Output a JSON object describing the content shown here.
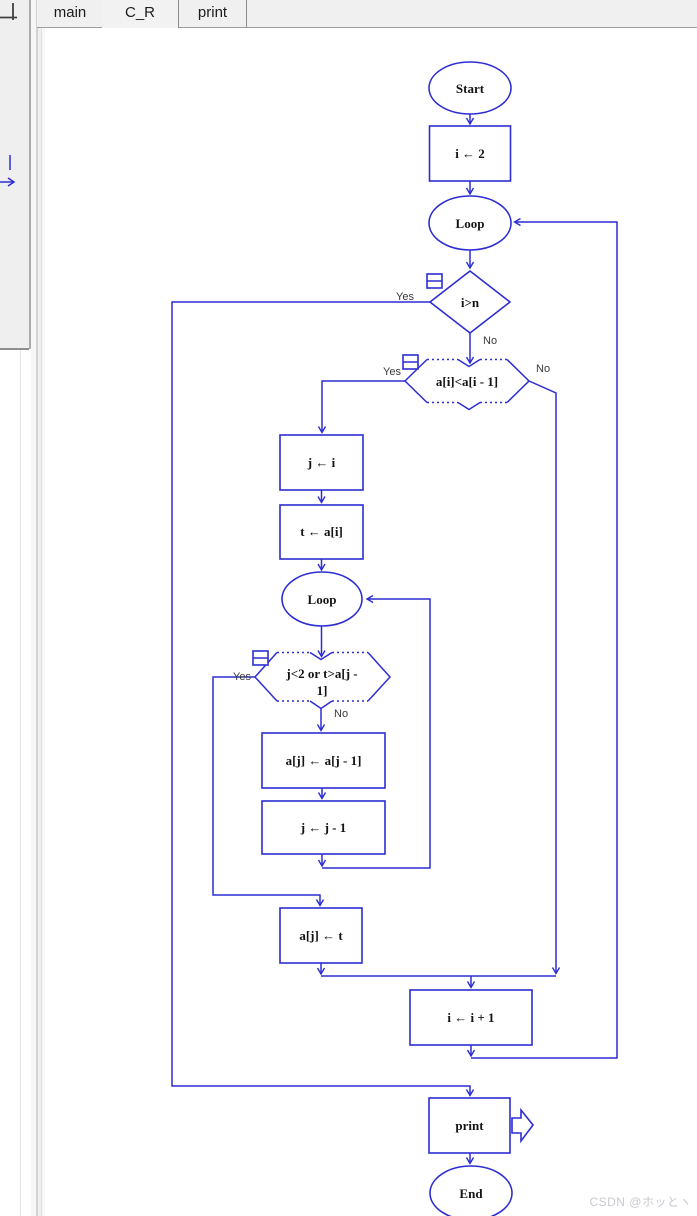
{
  "colors": {
    "flow_blue": "#2d2dd4",
    "chrome_bg": "#f0f0f0",
    "canvas_bg": "#ffffff",
    "watermark_gray": "#c9c9d0"
  },
  "tabs": {
    "items": [
      {
        "label": "main",
        "active": false
      },
      {
        "label": "C_R",
        "active": true
      },
      {
        "label": "print",
        "active": false
      }
    ]
  },
  "flowchart": {
    "nodes": {
      "start": "Start",
      "init_i": "i ← 2",
      "loop_outer": "Loop",
      "cond_outer": "i>n",
      "cond_shift": "a[i]<a[i - 1]",
      "set_j": "j ← i",
      "set_t": "t ← a[i]",
      "loop_inner": "Loop",
      "cond_inner_line1": "j<2 or t>a[j -",
      "cond_inner_line2": "1]",
      "shift_a": "a[j] ← a[j - 1]",
      "dec_j": "j ← j - 1",
      "store_t": "a[j] ← t",
      "inc_i": "i ← i + 1",
      "print_call": "print",
      "end": "End"
    },
    "branch_labels": {
      "yes": "Yes",
      "no": "No"
    }
  },
  "watermark": "CSDN @ホッとヽ"
}
